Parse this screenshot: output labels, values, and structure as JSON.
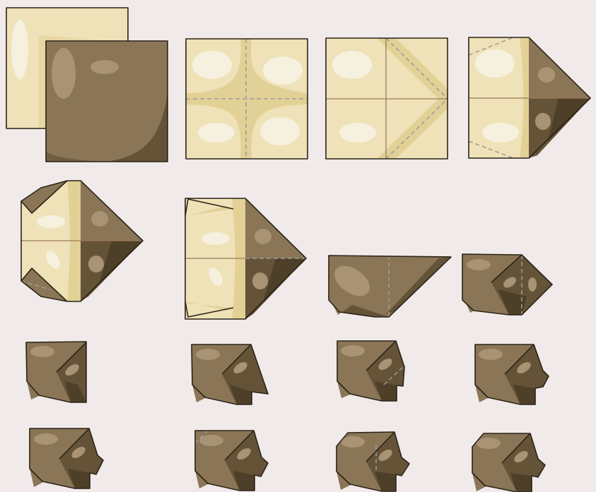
{
  "diagram": {
    "type": "origami-folding-instructions",
    "step_count": 16,
    "rows": [
      4,
      4,
      4,
      4
    ],
    "colors": {
      "background": "#f1eaea",
      "paper_light": "#efe2b8",
      "paper_light_shade": "#e2d196",
      "paper_light_highlight": "#f6f0df",
      "paper_dark": "#8a7656",
      "paper_dark_shade": "#655338",
      "paper_dark_deep": "#4e3f29",
      "paper_dark_highlight": "#a89374",
      "outline": "#2b2318",
      "fold_line": "#9a7a58",
      "dashed_guide": "#9b9b9b"
    },
    "steps": [
      {
        "name": "paper-sides",
        "side": "both"
      },
      {
        "name": "fold-crease-cross",
        "side": "light"
      },
      {
        "name": "fold-diagonal-guides",
        "side": "light"
      },
      {
        "name": "fold-right-triangle",
        "side": "light"
      },
      {
        "name": "fold-back-corners",
        "side": "light"
      },
      {
        "name": "fold-inside-corners",
        "side": "light"
      },
      {
        "name": "fold-in-half",
        "side": "dark"
      },
      {
        "name": "fold-head-point",
        "side": "dark"
      },
      {
        "name": "body-shape-1",
        "side": "dark"
      },
      {
        "name": "body-shape-2",
        "side": "dark"
      },
      {
        "name": "body-shape-3",
        "side": "dark"
      },
      {
        "name": "body-shape-4",
        "side": "dark"
      },
      {
        "name": "body-shape-5",
        "side": "dark"
      },
      {
        "name": "body-shape-6",
        "side": "dark"
      },
      {
        "name": "body-shape-7",
        "side": "dark"
      },
      {
        "name": "finished-model",
        "side": "dark"
      }
    ]
  }
}
